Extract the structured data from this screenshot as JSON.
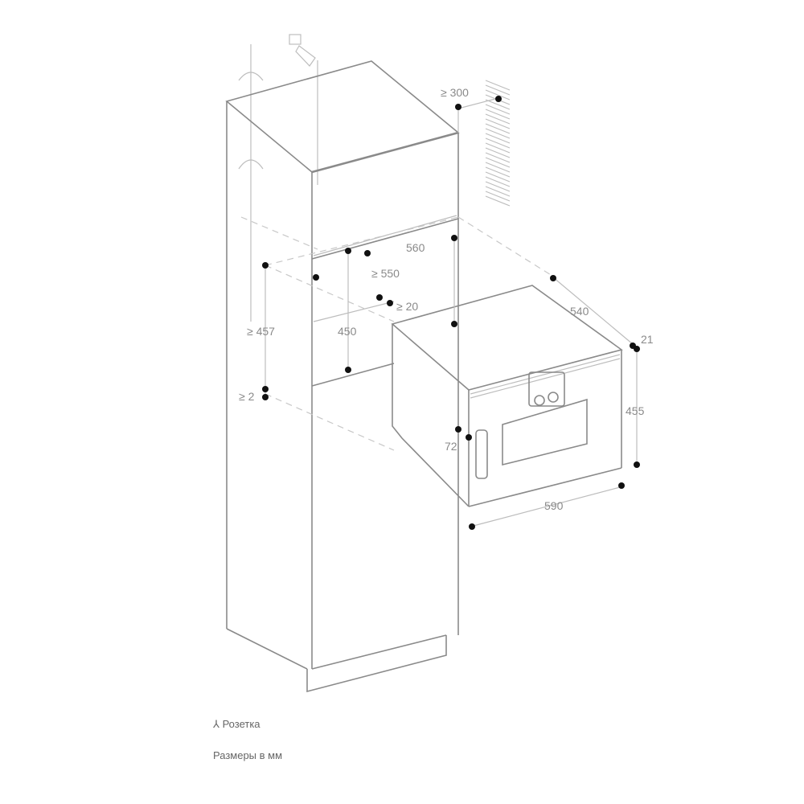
{
  "dimensions": {
    "wall_clearance": "≥ 300",
    "niche_width": "560",
    "niche_depth": "≥ 550",
    "rear_gap": "≥ 20",
    "niche_height_min": "≥ 457",
    "niche_height": "450",
    "shelf_gap": "≥ 2",
    "oven_depth": "540",
    "front_thickness": "21",
    "oven_height": "455",
    "handle_offset": "72",
    "oven_width": "590"
  },
  "legend": {
    "socket_symbol": "⅄",
    "socket_label": "Розетка",
    "units_note": "Размеры в мм"
  }
}
